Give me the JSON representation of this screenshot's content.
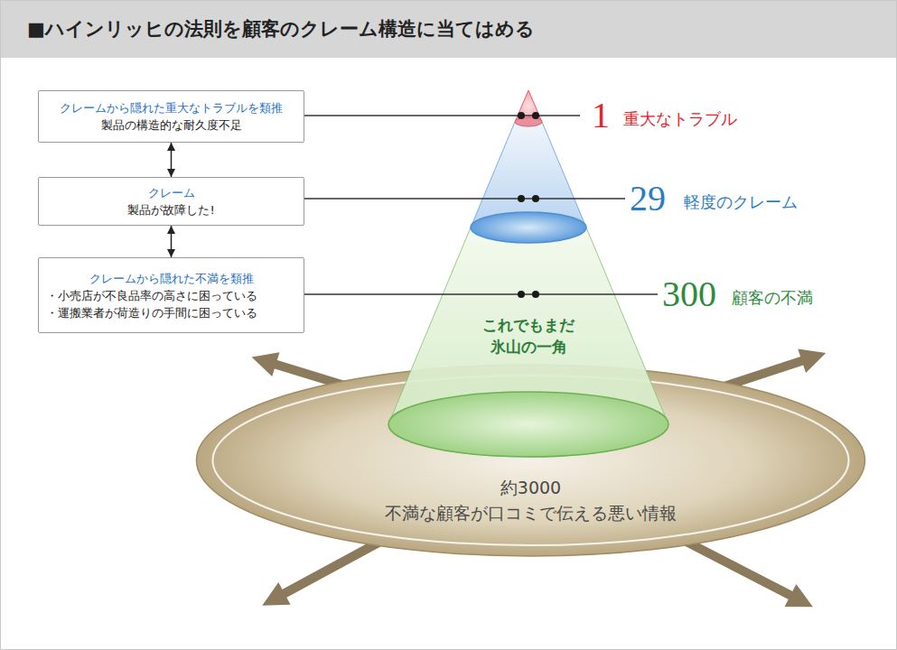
{
  "diagram": {
    "title": "■ハインリッヒの法則を顧客のクレーム構造に当てはめる",
    "nodes": [
      {
        "text": [
          "クレームから隠れた重大なトラブルを類推",
          "製品の構造的な耐久度不足"
        ]
      },
      {
        "text": [
          "クレーム",
          "製品が故障した!"
        ]
      },
      {
        "text": [
          "クレームから隠れた不満を類推",
          "・小売店が不良品率の高さに困っている",
          "・運搬業者が荷造りの手間に困っている"
        ]
      },
      {
        "text": [
          "約3000 不満な顧客が口コミで伝える悪い情報"
        ]
      },
      {
        "text": [
          "これでもまだ 氷山の一角"
        ]
      }
    ],
    "edges": [
      {
        "from": 0,
        "to": 1,
        "arrow": "both"
      },
      {
        "from": 1,
        "to": 2,
        "arrow": "both"
      }
    ],
    "labels": [
      "1",
      "重大なトラブル",
      "29",
      "軽度のクレーム",
      "300",
      "顧客の不満"
    ]
  }
}
